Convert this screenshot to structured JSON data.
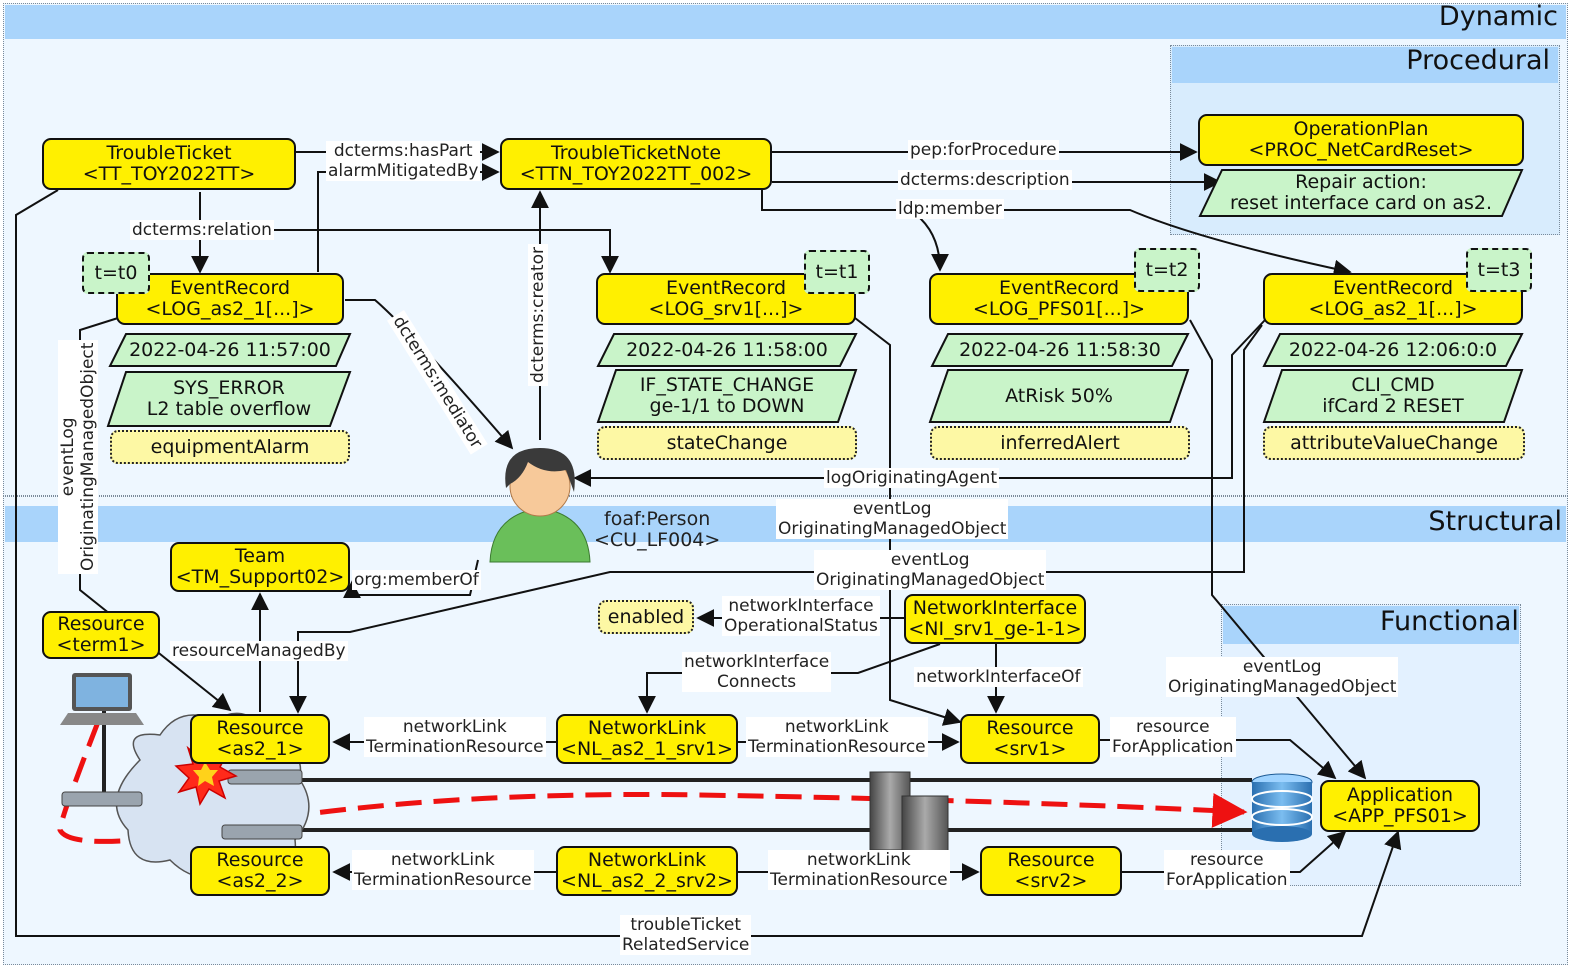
{
  "regions": {
    "dynamic": "Dynamic",
    "procedural": "Procedural",
    "structural": "Structural",
    "functional": "Functional"
  },
  "nodes": {
    "trouble_ticket": [
      "TroubleTicket",
      "<TT_TOY2022TT>"
    ],
    "trouble_ticket_note": [
      "TroubleTicketNote",
      "<TTN_TOY2022TT_002>"
    ],
    "operation_plan": [
      "OperationPlan",
      "<PROC_NetCardReset>"
    ],
    "event_as2_1_t0": [
      "EventRecord",
      "<LOG_as2_1[...]>"
    ],
    "event_srv1": [
      "EventRecord",
      "<LOG_srv1[...]>"
    ],
    "event_pfs01": [
      "EventRecord",
      "<LOG_PFS01[...]>"
    ],
    "event_as2_1_t3": [
      "EventRecord",
      "<LOG_as2_1[...]>"
    ],
    "team": [
      "Team",
      "<TM_Support02>"
    ],
    "resource_term1": [
      "Resource",
      "<term1>"
    ],
    "network_interface": [
      "NetworkInterface",
      "<NI_srv1_ge-1-1>"
    ],
    "resource_as2_1": [
      "Resource",
      "<as2_1>"
    ],
    "network_link_1": [
      "NetworkLink",
      "<NL_as2_1_srv1>"
    ],
    "resource_srv1": [
      "Resource",
      "<srv1>"
    ],
    "resource_as2_2": [
      "Resource",
      "<as2_2>"
    ],
    "network_link_2": [
      "NetworkLink",
      "<NL_as2_2_srv2>"
    ],
    "resource_srv2": [
      "Resource",
      "<srv2>"
    ],
    "application": [
      "Application",
      "<APP_PFS01>"
    ]
  },
  "literals": {
    "repair_action": [
      "Repair action:",
      "reset interface card on as2."
    ],
    "time_t0": [
      "2022-04-26 11:57:00"
    ],
    "msg_t0": [
      "SYS_ERROR",
      "L2 table overflow"
    ],
    "time_t1": [
      "2022-04-26 11:58:00"
    ],
    "msg_t1": [
      "IF_STATE_CHANGE",
      "ge-1/1 to DOWN"
    ],
    "time_t2": [
      "2022-04-26 11:58:30"
    ],
    "msg_t2": [
      "AtRisk 50%"
    ],
    "time_t3": [
      "2022-04-26 12:06:0:0"
    ],
    "msg_t3": [
      "CLI_CMD",
      "ifCard 2 RESET"
    ]
  },
  "tags": {
    "tag_t0": "equipmentAlarm",
    "tag_t1": "stateChange",
    "tag_t2": "inferredAlert",
    "tag_t3": "attributeValueChange",
    "enabled": "enabled"
  },
  "times": {
    "t0": "t=t0",
    "t1": "t=t1",
    "t2": "t=t2",
    "t3": "t=t3"
  },
  "person": [
    "foaf:Person",
    "<CU_LF004>"
  ],
  "edge_labels": {
    "has_part": [
      "dcterms:hasPart",
      "alarmMitigatedBy"
    ],
    "for_procedure": [
      "pep:forProcedure"
    ],
    "description": [
      "dcterms:description"
    ],
    "ldp_member": [
      "ldp:member"
    ],
    "relation": [
      "dcterms:relation"
    ],
    "mediator": [
      "dcterms:mediator"
    ],
    "creator": [
      "dcterms:creator"
    ],
    "event_log_left": [
      "eventLog",
      "OriginatingManagedObject"
    ],
    "log_agent": [
      "logOriginatingAgent"
    ],
    "event_log_srv1": [
      "eventLog",
      "OriginatingManagedObject"
    ],
    "event_log_as2": [
      "eventLog",
      "OriginatingManagedObject"
    ],
    "event_log_func": [
      "eventLog",
      "OriginatingManagedObject"
    ],
    "member_of": [
      "org:memberOf"
    ],
    "managed_by": [
      "resourceManagedBy"
    ],
    "op_status": [
      "networkInterface",
      "OperationalStatus"
    ],
    "ni_connects": [
      "networkInterface",
      "Connects"
    ],
    "ni_of": [
      "networkInterfaceOf"
    ],
    "link_term_1a": [
      "networkLink",
      "TerminationResource"
    ],
    "link_term_1b": [
      "networkLink",
      "TerminationResource"
    ],
    "res_for_app_1": [
      "resource",
      "ForApplication"
    ],
    "link_term_2a": [
      "networkLink",
      "TerminationResource"
    ],
    "link_term_2b": [
      "networkLink",
      "TerminationResource"
    ],
    "res_for_app_2": [
      "resource",
      "ForApplication"
    ],
    "related_service": [
      "troubleTicket",
      "RelatedService"
    ]
  },
  "icons": [
    "laptop-icon",
    "network-switch-icon",
    "cloud-icon",
    "explosion-icon",
    "server-rack-icon",
    "database-icon",
    "person-icon"
  ],
  "colors": {
    "node_fill": "#fff000",
    "literal_fill": "#c9f4c9",
    "band_fill": "#a9d4fb",
    "region_fill": "#eef7ff",
    "fault_path": "#ee1111"
  }
}
